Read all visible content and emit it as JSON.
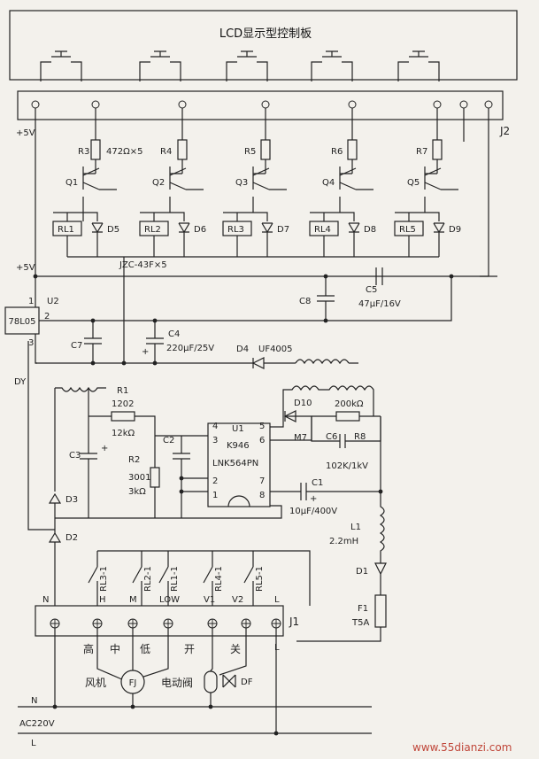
{
  "title": "LCD显示型控制板",
  "watermark": "www.55dianzi.com",
  "connectors": {
    "j2": "J2",
    "j1": "J1",
    "j1_pins": [
      "N",
      "H",
      "M",
      "LOW",
      "V1",
      "V2",
      "L"
    ],
    "j1_l_bottom": "L"
  },
  "supply": {
    "p5v_top": "+5V",
    "p5v_mid": "+5V",
    "ac": "AC220V",
    "n": "N",
    "l": "L",
    "dy": "DY"
  },
  "drivers": {
    "resistors": [
      "R3",
      "R4",
      "R5",
      "R6",
      "R7"
    ],
    "resistor_value": "472Ω×5",
    "transistors": [
      "Q1",
      "Q2",
      "Q3",
      "Q4",
      "Q5"
    ],
    "relays": [
      "RL1",
      "RL2",
      "RL3",
      "RL4",
      "RL5"
    ],
    "diodes": [
      "D5",
      "D6",
      "D7",
      "D8",
      "D9"
    ],
    "relay_type": "JZC-43F×5"
  },
  "regulator": {
    "u2": "U2",
    "part": "78L05",
    "pins": [
      "1",
      "2",
      "3"
    ],
    "c7": "C7",
    "c4": "C4",
    "c4_val": "220μF/25V",
    "c8": "C8",
    "c5": "C5",
    "c5_val": "47μF/16V",
    "d4": "D4",
    "d4_part": "UF4005"
  },
  "smps": {
    "r1": "R1",
    "r1_code": "1202",
    "r1_val": "12kΩ",
    "r2": "R2",
    "r2_code": "3001",
    "r2_val": "3kΩ",
    "c2": "C2",
    "c3": "C3",
    "u1": "U1",
    "u1_code": "K946",
    "u1_part": "LNK564PN",
    "u1_pins": [
      "4",
      "3",
      "2",
      "1",
      "5",
      "6",
      "7",
      "8"
    ],
    "d10": "D10",
    "m7": "M7",
    "r8": "R8",
    "r8_val": "200kΩ",
    "c6": "C6",
    "c6_val": "102K/1kV",
    "c1": "C1",
    "c1_val": "10μF/400V",
    "l1": "L1",
    "l1_val": "2.2mH",
    "d1": "D1",
    "f1": "F1",
    "f1_val": "T5A",
    "d2": "D2",
    "d3": "D3"
  },
  "contacts": [
    "RL3-1",
    "RL2-1",
    "RL1-1",
    "RL4-1",
    "RL5-1"
  ],
  "loads": {
    "chars": [
      "高",
      "中",
      "低",
      "开",
      "关"
    ],
    "fan": "风机",
    "fj": "FJ",
    "valve": "电动阀",
    "df": "DF"
  }
}
